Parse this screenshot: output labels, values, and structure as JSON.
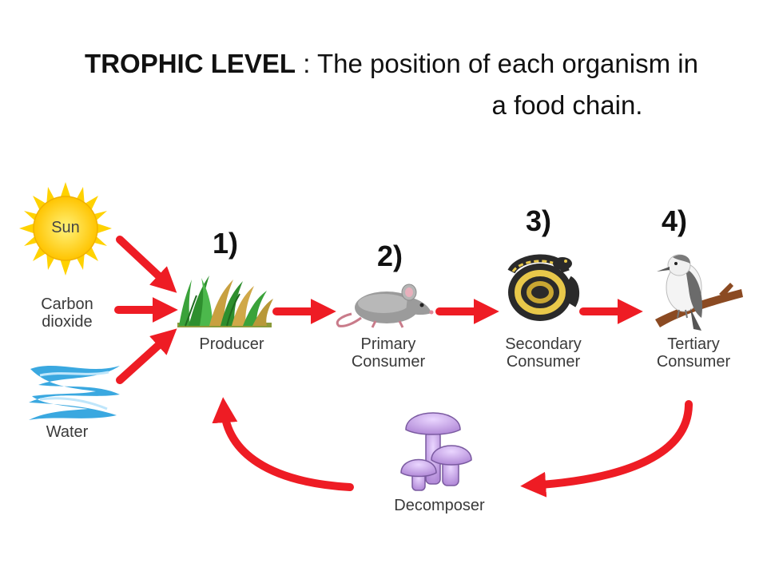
{
  "title": {
    "term": "TROPHIC LEVEL",
    "separator": " : ",
    "definition_line1": "The position of each organism in",
    "definition_line2": "a food chain."
  },
  "levels": [
    {
      "number": "1)",
      "label": "Producer"
    },
    {
      "number": "2)",
      "label_line1": "Primary",
      "label_line2": "Consumer"
    },
    {
      "number": "3)",
      "label_line1": "Secondary",
      "label_line2": "Consumer"
    },
    {
      "number": "4)",
      "label_line1": "Tertiary",
      "label_line2": "Consumer"
    }
  ],
  "inputs": {
    "sun": "Sun",
    "carbon_dioxide_line1": "Carbon",
    "carbon_dioxide_line2": "dioxide",
    "water": "Water"
  },
  "decomposer": "Decomposer",
  "colors": {
    "arrow": "#ee1c24",
    "sun": "#ffd200",
    "water": "#3aa8e0",
    "mushroom": "#c9a0e8"
  }
}
